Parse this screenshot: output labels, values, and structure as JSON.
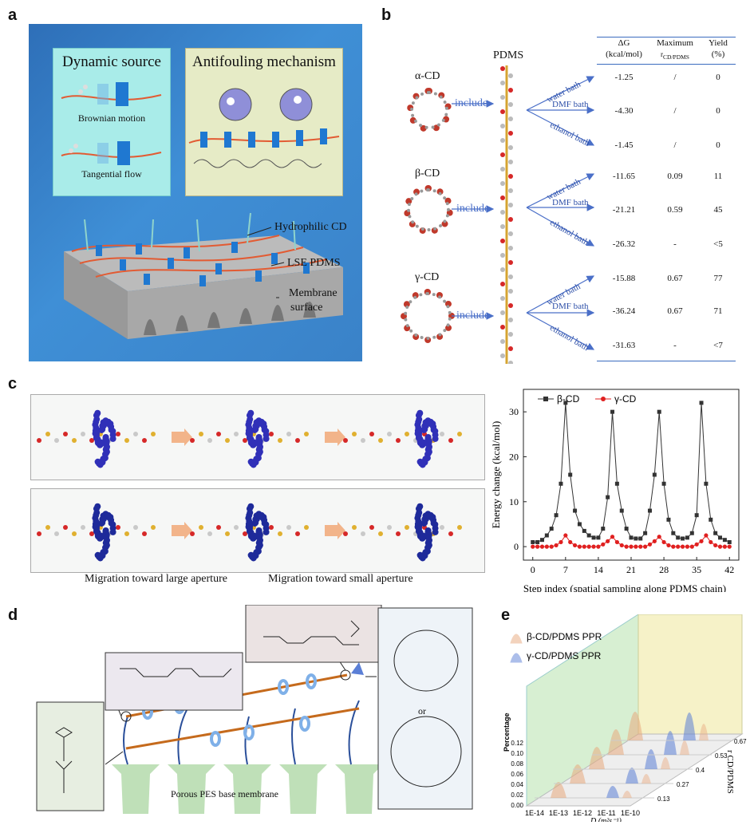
{
  "panel_labels": {
    "a": "a",
    "b": "b",
    "c": "c",
    "d": "d",
    "e": "e"
  },
  "panel_a": {
    "dynamic_title": "Dynamic source",
    "antifouling_title": "Antifouling mechanism",
    "brownian": "Brownian motion",
    "tangential": "Tangential flow",
    "hydrophilic_cd": "Hydrophilic CD",
    "lse_pdms": "LSE PDMS",
    "membrane_surface_1": "Membrane",
    "membrane_surface_2": "surface"
  },
  "panel_b": {
    "pdms": "PDMS",
    "headers": {
      "dg": "ΔG",
      "dg_unit": "(kcal/mol)",
      "max": "Maximum",
      "max_sub": "r",
      "max_sub2": "CD/PDMS",
      "yield": "Yield",
      "yield_unit": "(%)"
    },
    "cds": [
      "α-CD",
      "β-CD",
      "γ-CD"
    ],
    "include": "include",
    "baths": [
      "water bath",
      "DMF bath",
      "ethanol bath"
    ],
    "rows": [
      {
        "dg": "-1.25",
        "max": "/",
        "yield": "0"
      },
      {
        "dg": "-4.30",
        "max": "/",
        "yield": "0"
      },
      {
        "dg": "-1.45",
        "max": "/",
        "yield": "0"
      },
      {
        "dg": "-11.65",
        "max": "0.09",
        "yield": "11"
      },
      {
        "dg": "-21.21",
        "max": "0.59",
        "yield": "45"
      },
      {
        "dg": "-26.32",
        "max": "-",
        "yield": "<5"
      },
      {
        "dg": "-15.88",
        "max": "0.67",
        "yield": "77"
      },
      {
        "dg": "-36.24",
        "max": "0.67",
        "yield": "71"
      },
      {
        "dg": "-31.63",
        "max": "-",
        "yield": "<7"
      }
    ]
  },
  "panel_c": {
    "caption_left": "Migration toward large aperture",
    "caption_right": "Migration toward small aperture"
  },
  "chart_data": [
    {
      "type": "line",
      "title": "",
      "xlabel": "Step index (spatial sampling along PDMS chain)",
      "ylabel": "Energy change (kcal/mol)",
      "xlim": [
        -2,
        44
      ],
      "ylim": [
        -3,
        35
      ],
      "xticks": [
        0,
        7,
        14,
        21,
        28,
        35,
        42
      ],
      "yticks": [
        0,
        10,
        20,
        30
      ],
      "legend_position": "top",
      "series": [
        {
          "name": "β-CD",
          "color": "#333333",
          "marker": "square",
          "x": [
            0,
            1,
            2,
            3,
            4,
            5,
            6,
            7,
            8,
            9,
            10,
            11,
            12,
            13,
            14,
            15,
            16,
            17,
            18,
            19,
            20,
            21,
            22,
            23,
            24,
            25,
            26,
            27,
            28,
            29,
            30,
            31,
            32,
            33,
            34,
            35,
            36,
            37,
            38,
            39,
            40,
            41,
            42
          ],
          "y": [
            1,
            1,
            1.5,
            2.5,
            4,
            7,
            14,
            32,
            16,
            8,
            5,
            3.5,
            2.5,
            2,
            2,
            4,
            11,
            30,
            14,
            8,
            4,
            2,
            1.8,
            1.8,
            3,
            8,
            16,
            30,
            14,
            6,
            3,
            2,
            1.8,
            2,
            3,
            7,
            32,
            14,
            6,
            3,
            2,
            1.5,
            1
          ]
        },
        {
          "name": "γ-CD",
          "color": "#e02020",
          "marker": "circle",
          "x": [
            0,
            1,
            2,
            3,
            4,
            5,
            6,
            7,
            8,
            9,
            10,
            11,
            12,
            13,
            14,
            15,
            16,
            17,
            18,
            19,
            20,
            21,
            22,
            23,
            24,
            25,
            26,
            27,
            28,
            29,
            30,
            31,
            32,
            33,
            34,
            35,
            36,
            37,
            38,
            39,
            40,
            41,
            42
          ],
          "y": [
            0,
            0,
            0,
            0,
            0,
            0.3,
            1,
            2.5,
            1,
            0.3,
            0,
            0,
            0,
            0,
            0,
            0.5,
            1.2,
            2.2,
            1,
            0.3,
            0,
            0,
            0,
            0,
            0,
            0.5,
            1.2,
            2.2,
            1,
            0.3,
            0,
            0,
            0,
            0,
            0,
            0.5,
            1.2,
            2.5,
            1,
            0.3,
            0,
            0,
            0
          ]
        }
      ]
    },
    {
      "type": "area",
      "title": "",
      "xlabel": "D (m²s⁻¹)",
      "ylabel": "Percentage",
      "zlabel": "r CD/PDMS",
      "xticks": [
        "1E-14",
        "1E-13",
        "1E-12",
        "1E-11",
        "1E-10"
      ],
      "yticks": [
        "0.00",
        "0.02",
        "0.04",
        "0.06",
        "0.08",
        "0.10",
        "0.12"
      ],
      "zticks": [
        "0.13",
        "0.27",
        "0.4",
        "0.53",
        "0.67"
      ],
      "series": [
        {
          "name": "β-CD/PDMS PPR",
          "color": "#e8a97e"
        },
        {
          "name": "γ-CD/PDMS PPR",
          "color": "#5b7fd6"
        }
      ]
    }
  ],
  "panel_d": {
    "base_membrane": "Porous PES base membrane",
    "or": "or"
  },
  "panel_e": {
    "legend_beta": "β-CD/PDMS PPR",
    "legend_gamma": "γ-CD/PDMS PPR"
  }
}
